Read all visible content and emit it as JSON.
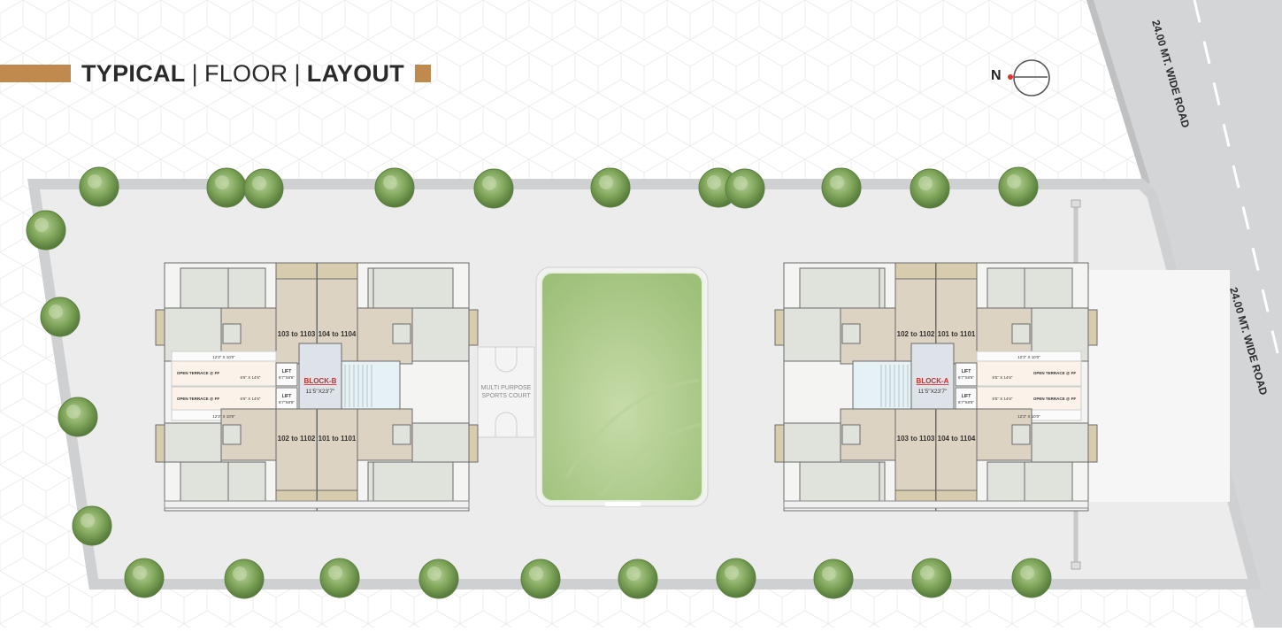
{
  "title": {
    "word1": "TYPICAL",
    "word2": "FLOOR",
    "word3": "LAYOUT"
  },
  "compass": {
    "label": "N"
  },
  "road": {
    "label_top": "24.00 MT. WIDE ROAD",
    "label_side": "24.00 MT. WIDE ROAD"
  },
  "sports_court": {
    "label_line1": "MULTI PURPOSE",
    "label_line2": "SPORTS COURT"
  },
  "block_b": {
    "name": "BLOCK-B",
    "lobby_size": "11'5\"X23'7\"",
    "flats": {
      "top_left": "103 to 1103",
      "top_right": "104 to 1104",
      "bottom_left": "102 to 1102",
      "bottom_right": "101 to 1101"
    },
    "lift_label": "LIFT",
    "lift_size_1": "6'7\"X8'6\"",
    "lift_size_2": "6'7\"X8'6\"",
    "terrace_label": "OPEN TERRACE @ FF",
    "terrace_size": "6'5\" X 14'6\"",
    "room_size": "12'3\" X 10'0\""
  },
  "block_a": {
    "name": "BLOCK-A",
    "lobby_size": "11'5\"X23'7\"",
    "flats": {
      "top_left": "101 to 1101",
      "top_right": "102 to 1102",
      "bottom_left": "104 to 1104",
      "bottom_right": "103 to 1103"
    },
    "lift_label": "LIFT",
    "lift_size_1": "6'7\"X8'6\"",
    "lift_size_2": "6'7\"X8'6\"",
    "terrace_label": "OPEN TERRACE @ FF",
    "terrace_size": "6'5\" X 14'6\"",
    "room_size": "12'3\" X 10'0\""
  },
  "colors": {
    "accent": "#c08a4e",
    "lawn": "#a9c98a",
    "floor": "#ddd3c2",
    "room": "#dfe3dc",
    "tree": "#6e9a4c",
    "road": "#d3d4d6"
  }
}
